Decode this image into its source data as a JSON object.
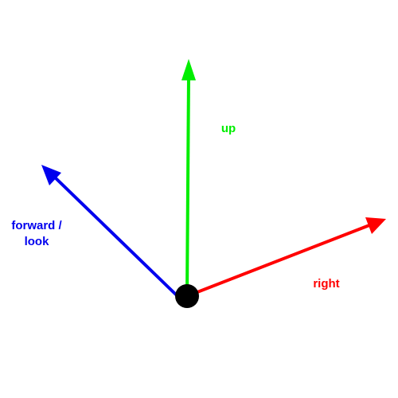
{
  "diagram": {
    "origin_color": "#000000",
    "vectors": {
      "up": {
        "label": "up",
        "color": "#00ee00"
      },
      "right": {
        "label": "right",
        "color": "#ff0000"
      },
      "forward": {
        "label_line1": "forward /",
        "label_line2": "look",
        "color": "#0000ee"
      }
    }
  }
}
